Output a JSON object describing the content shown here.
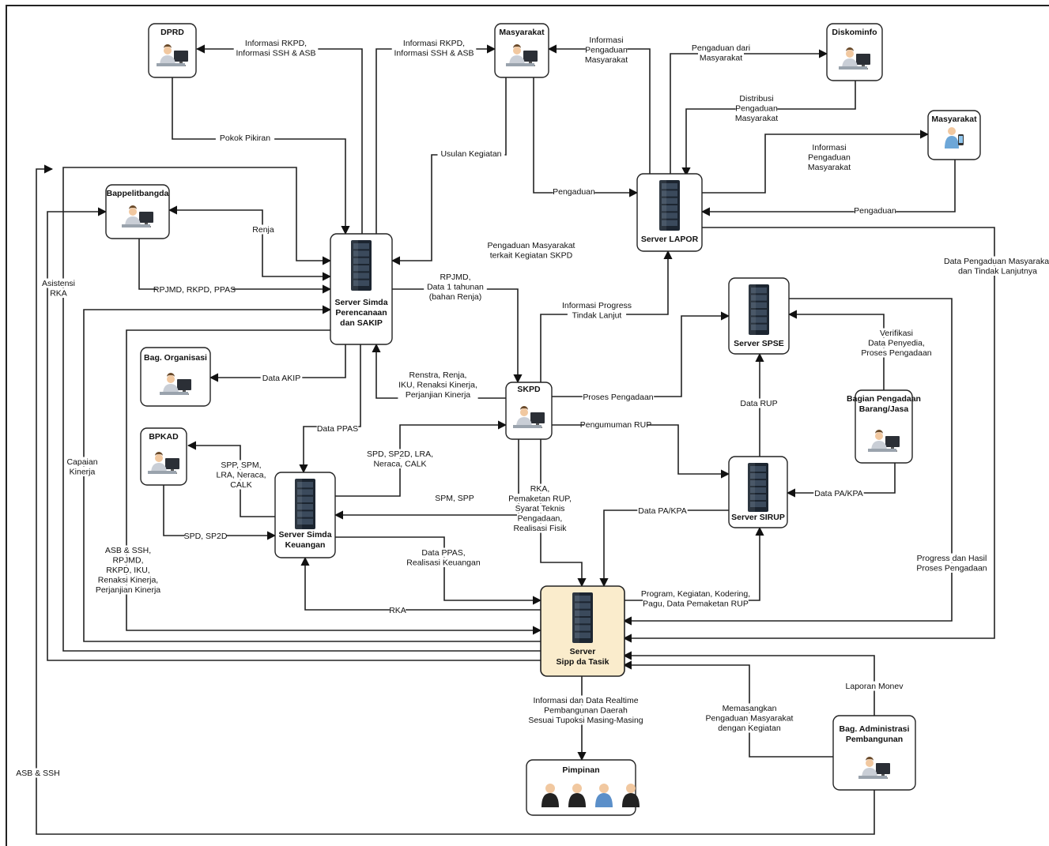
{
  "nodes": {
    "dprd": {
      "title": "DPRD",
      "kind": "user"
    },
    "masyarakat_top": {
      "title": "Masyarakat",
      "kind": "user"
    },
    "diskominfo": {
      "title": "Diskominfo",
      "kind": "user"
    },
    "masyarakat_right": {
      "title": "Masyarakat",
      "kind": "mobile-user"
    },
    "bappelitbangda": {
      "title": "Bappelitbangda",
      "kind": "user"
    },
    "server_perencanaan": {
      "title": [
        "Server Simda",
        "Perencanaan",
        "dan SAKIP"
      ],
      "kind": "server"
    },
    "server_lapor": {
      "title": "Server LAPOR",
      "kind": "server"
    },
    "server_spse": {
      "title": "Server SPSE",
      "kind": "server"
    },
    "bag_organisasi": {
      "title": "Bag. Organisasi",
      "kind": "user"
    },
    "skpd": {
      "title": "SKPD",
      "kind": "user"
    },
    "bagian_pengadaan": {
      "title": [
        "Bagian Pengadaan",
        "Barang/Jasa"
      ],
      "kind": "user"
    },
    "bpkad": {
      "title": "BPKAD",
      "kind": "user"
    },
    "server_keuangan": {
      "title": [
        "Server Simda",
        "Keuangan"
      ],
      "kind": "server"
    },
    "server_sirup": {
      "title": "Server SIRUP",
      "kind": "server"
    },
    "server_sipp": {
      "title": [
        "Server",
        "Sipp da Tasik"
      ],
      "kind": "server-main"
    },
    "bag_adm_pembangunan": {
      "title": [
        "Bag. Administrasi",
        "Pembangunan"
      ],
      "kind": "user"
    },
    "pimpinan": {
      "title": "Pimpinan",
      "kind": "group"
    }
  },
  "labels": {
    "dprd_info": [
      "Informasi RKPD,",
      "Informasi SSH & ASB"
    ],
    "masy_info": [
      "Informasi RKPD,",
      "Informasi SSH & ASB"
    ],
    "info_pengaduan_top": [
      "Informasi",
      "Pengaduan",
      "Masyarakat"
    ],
    "pengaduan_dari": [
      "Pengaduan dari",
      "Masyarakat"
    ],
    "pokok_pikiran": [
      "Pokok Pikiran"
    ],
    "distribusi": [
      "Distribusi",
      "Pengaduan",
      "Masyarakat"
    ],
    "usulan_kegiatan": [
      "Usulan Kegiatan"
    ],
    "info_pengaduan_right": [
      "Informasi",
      "Pengaduan",
      "Masyarakat"
    ],
    "pengaduan_left": [
      "Pengaduan"
    ],
    "pengaduan_right": [
      "Pengaduan"
    ],
    "renja": [
      "Renja"
    ],
    "pengaduan_skpd": [
      "Pengaduan Masyarakat",
      "terkait Kegiatan SKPD"
    ],
    "data_pengaduan_tl": [
      "Data Pengaduan Masyarakat",
      "dan Tindak Lanjutnya"
    ],
    "asistensi_rka": [
      "Asistensi",
      "RKA"
    ],
    "rpjmd_rkpd_ppas": [
      "RPJMD, RKPD, PPAS"
    ],
    "rpjmd_data1": [
      "RPJMD,",
      "Data 1 tahunan",
      "(bahan Renja)"
    ],
    "info_progress": [
      "Informasi Progress",
      "Tindak Lanjut"
    ],
    "verifikasi": [
      "Verifikasi",
      "Data Penyedia,",
      "Proses Pengadaan"
    ],
    "data_akip": [
      "Data AKIP"
    ],
    "renstra": [
      "Renstra, Renja,",
      "IKU, Renaksi Kinerja,",
      "Perjanjian Kinerja"
    ],
    "proses_pengadaan": [
      "Proses Pengadaan"
    ],
    "data_rup": [
      "Data RUP"
    ],
    "data_ppas_top": [
      "Data PPAS"
    ],
    "pengumuman_rup": [
      "Pengumuman RUP"
    ],
    "capaian_kinerja": [
      "Capaian",
      "Kinerja"
    ],
    "spd_sp2d_lra": [
      "SPD, SP2D, LRA,",
      "Neraca, CALK"
    ],
    "spp_spm": [
      "SPP, SPM,",
      "LRA, Neraca,",
      "CALK"
    ],
    "data_pa_kpa_right": [
      "Data PA/KPA"
    ],
    "spm_spp": [
      "SPM, SPP"
    ],
    "rka_pemaketan": [
      "RKA,",
      "Pemaketan RUP,",
      "Syarat Teknis",
      "Pengadaan,",
      "Realisasi Fisik"
    ],
    "data_pa_kpa_left": [
      "Data PA/KPA"
    ],
    "spd_sp2d": [
      "SPD, SP2D"
    ],
    "asb_ssh_list": [
      "ASB & SSH,",
      "RPJMD,",
      "RKPD, IKU,",
      "Renaksi Kinerja,",
      "Perjanjian Kinerja"
    ],
    "data_ppas_realisasi": [
      "Data PPAS,",
      "Realisasi Keuangan"
    ],
    "progress_hasil": [
      "Progress dan Hasil",
      "Proses Pengadaan"
    ],
    "program_kegiatan": [
      "Program, Kegiatan, Kodering,",
      "Pagu, Data Pemaketan RUP"
    ],
    "rka_bottom": [
      "RKA"
    ],
    "laporan_monev": [
      "Laporan Monev"
    ],
    "info_realtime": [
      "Informasi dan Data Realtime",
      "Pembangunan Daerah",
      "Sesuai Tupoksi Masing-Masing"
    ],
    "memasangkan": [
      "Memasangkan",
      "Pengaduan Masyarakat",
      "dengan Kegiatan"
    ],
    "asb_ssh_bottom": [
      "ASB & SSH"
    ]
  },
  "colors": {
    "main_server_fill": "#faeccc",
    "server_body": "#1c2530",
    "person_skin": "#f1c8a0",
    "monitor": "#2b2f36"
  }
}
